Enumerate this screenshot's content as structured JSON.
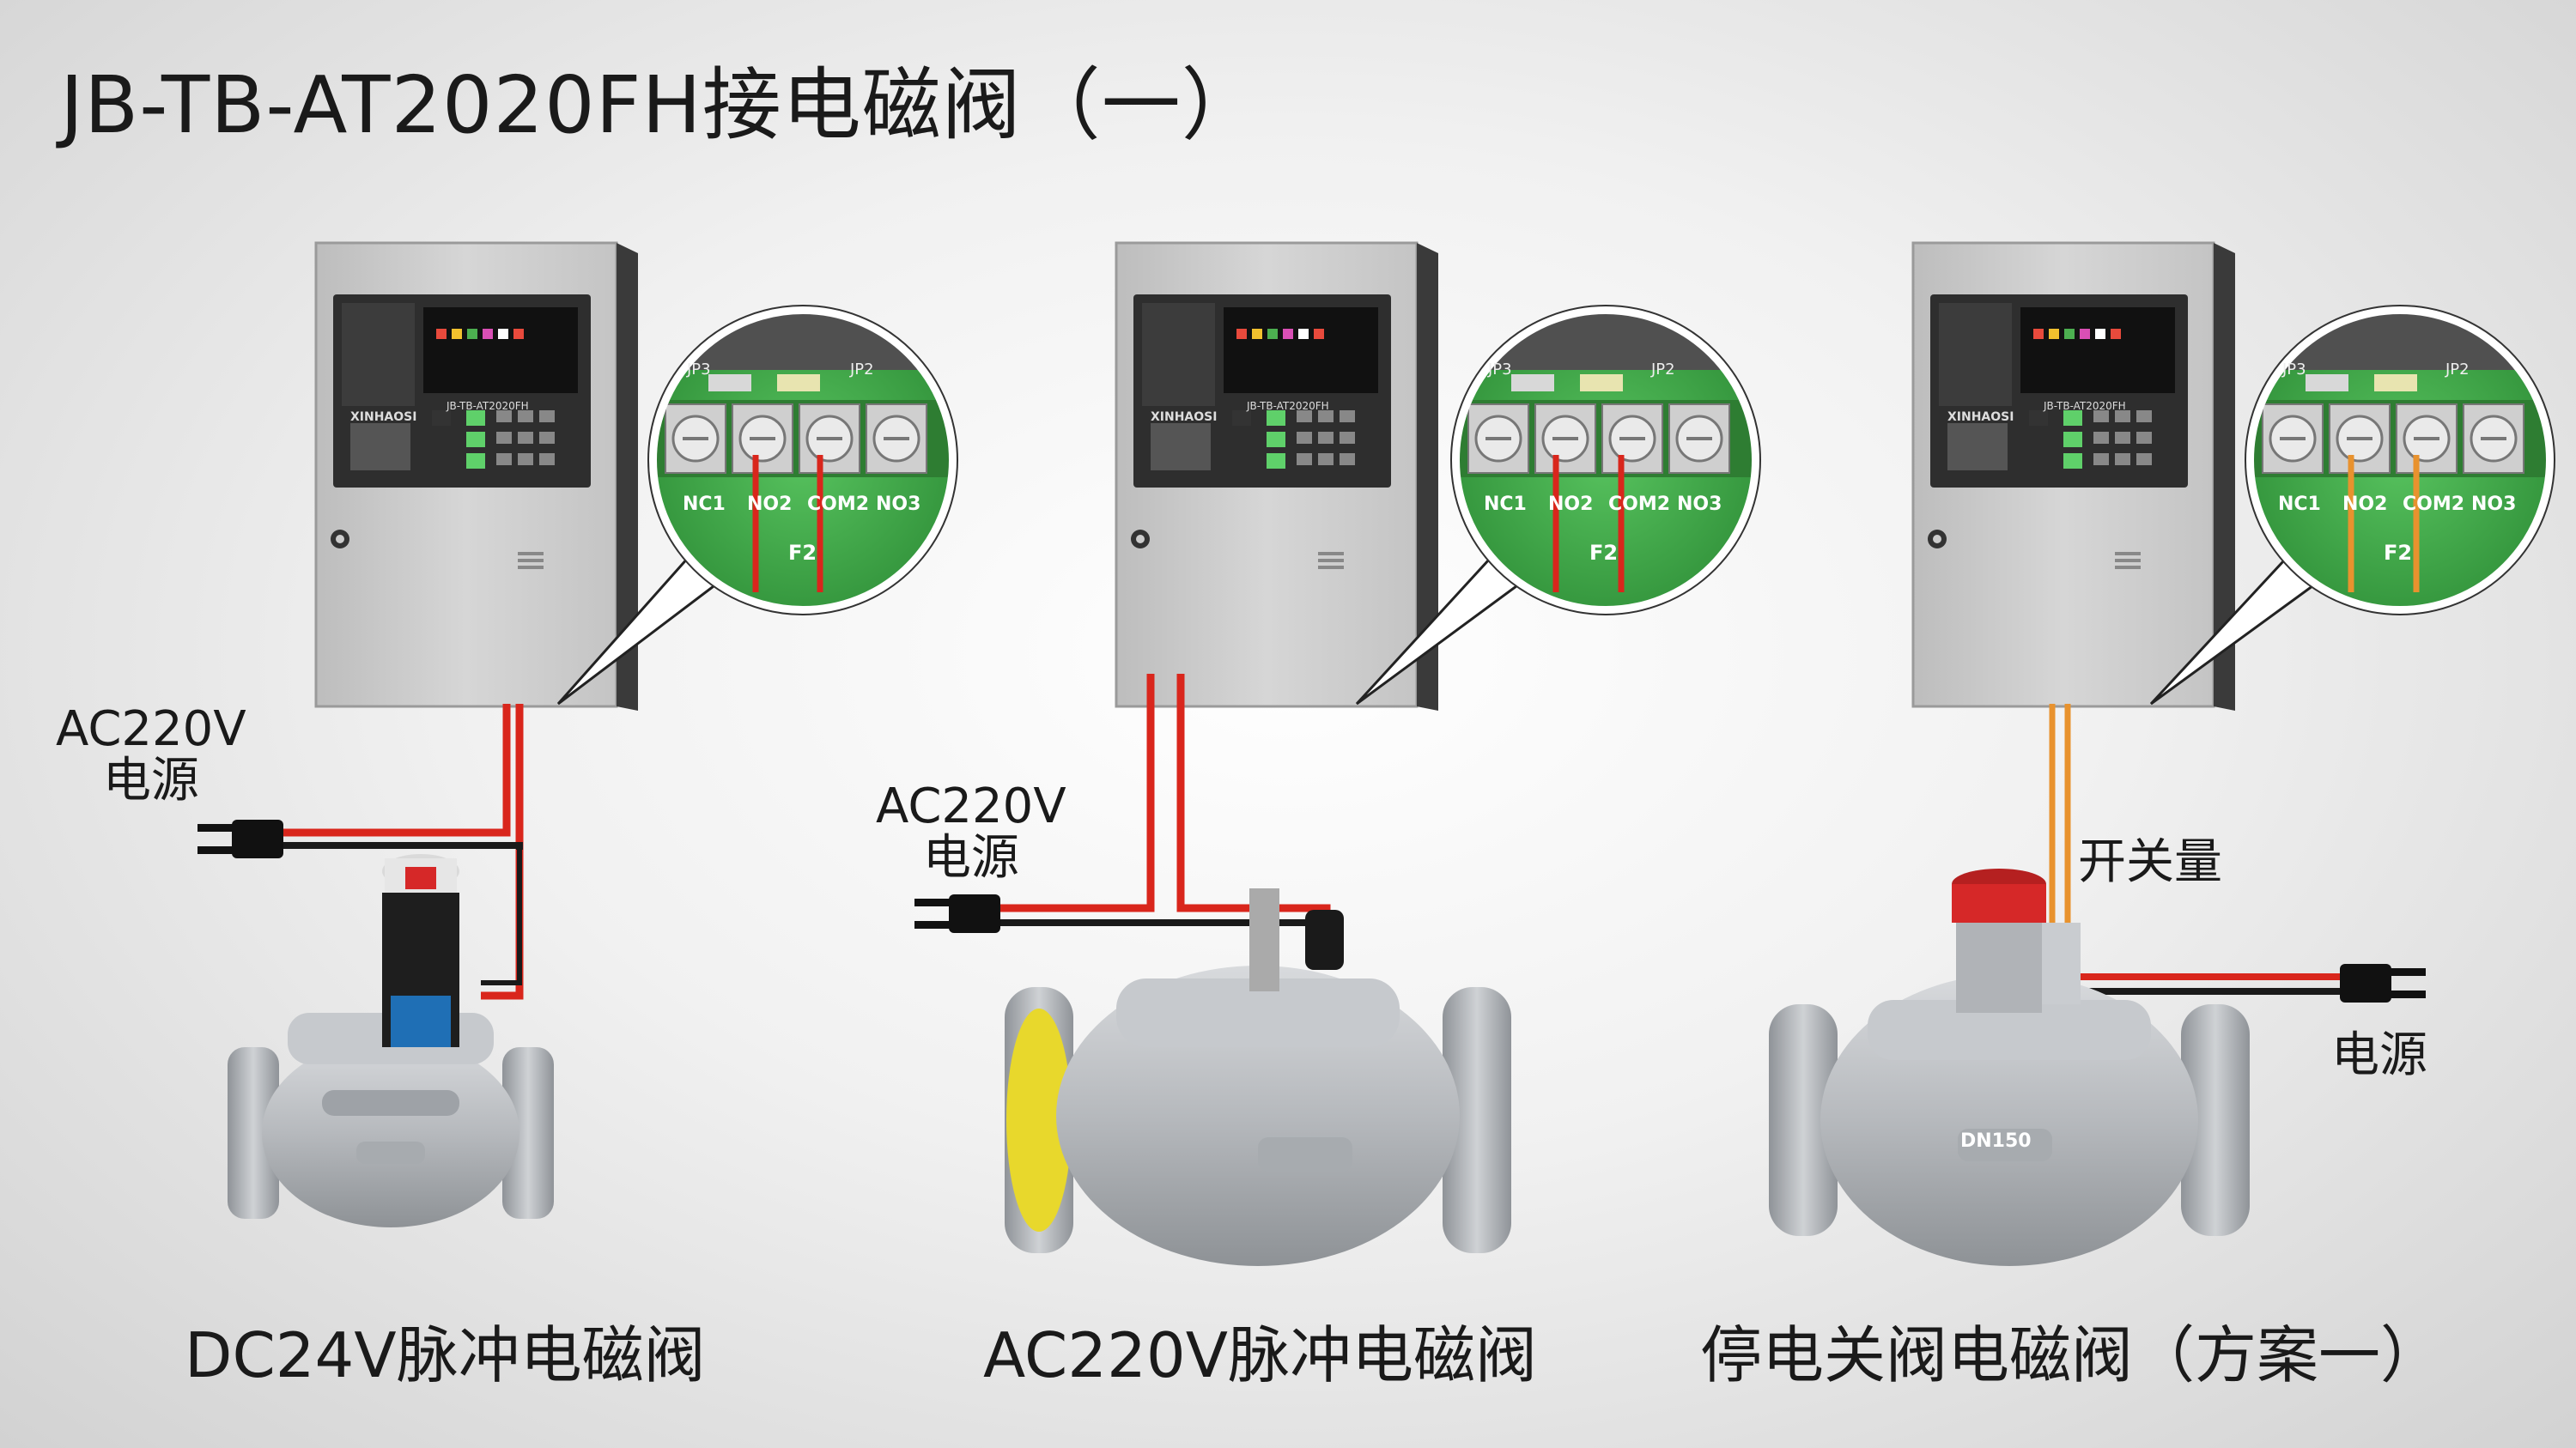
{
  "title": "JB-TB-AT2020FH接电磁阀（一）",
  "panel": {
    "brand": "XINHAOSI",
    "model": "JB-TB-AT2020FH"
  },
  "terminals": {
    "jumpers": [
      "JP3",
      "JP2"
    ],
    "labels": [
      "NC1",
      "NO2",
      "COM2",
      "NO3"
    ],
    "relay": "F2"
  },
  "diagrams": [
    {
      "caption": "DC24V脉冲电磁阀",
      "power_label_line1": "AC220V",
      "power_label_line2": "电源",
      "wire_color": "#d9261c"
    },
    {
      "caption": "AC220V脉冲电磁阀",
      "power_label_line1": "AC220V",
      "power_label_line2": "电源",
      "wire_color": "#d9261c"
    },
    {
      "caption": "停电关阀电磁阀（方案一）",
      "signal_label": "开关量",
      "power_label": "电源",
      "wire_color": "#e8922e",
      "valve_marking": "DN150"
    }
  ],
  "colors": {
    "panel_body": "#c8c8c8",
    "display_bezel": "#2e2e2e",
    "pcb_green": "#3fae47",
    "red_wire": "#d9261c",
    "black_wire": "#1a1a1a",
    "orange_wire": "#e8922e",
    "valve_body": "#b9bcc0",
    "yellow_disc": "#e8d82c"
  }
}
